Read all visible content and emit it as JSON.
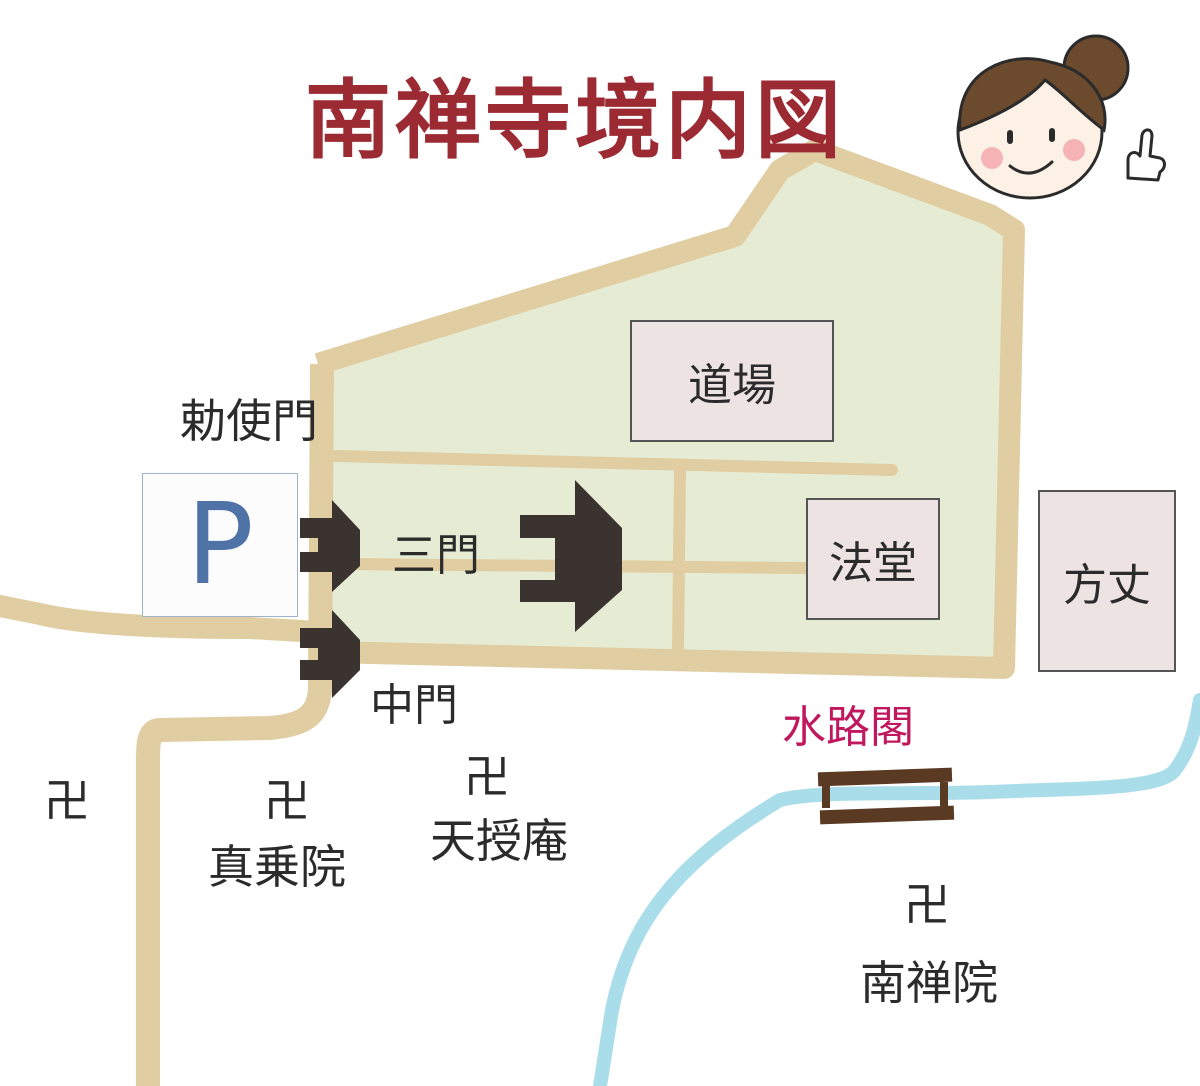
{
  "title": "南禅寺境内図",
  "parking": "P",
  "labels": {
    "chokushimon": "勅使門",
    "sanmon": "三門",
    "chumon": "中門",
    "suirokaku": "水路閣"
  },
  "buildings": {
    "dojo": "道場",
    "hatto": "法堂",
    "hojo": "方丈"
  },
  "temples": {
    "symbol": "卍",
    "shinjoin": "真乗院",
    "tenjuan": "天授庵",
    "nanzenin": "南禅院"
  },
  "colors": {
    "title": "#9c2a33",
    "road": "#e0cda1",
    "grounds": "#e6ecd4",
    "water": "#a8dde9",
    "gate": "#3b3330",
    "bridge": "#5a3a22",
    "suirokaku_text": "#c0175d",
    "parking_text": "#4f73a6"
  },
  "icons": [
    "temple-symbol-icon",
    "gate-arrow-icon",
    "mascot-girl-icon",
    "thumbs-up-icon"
  ]
}
